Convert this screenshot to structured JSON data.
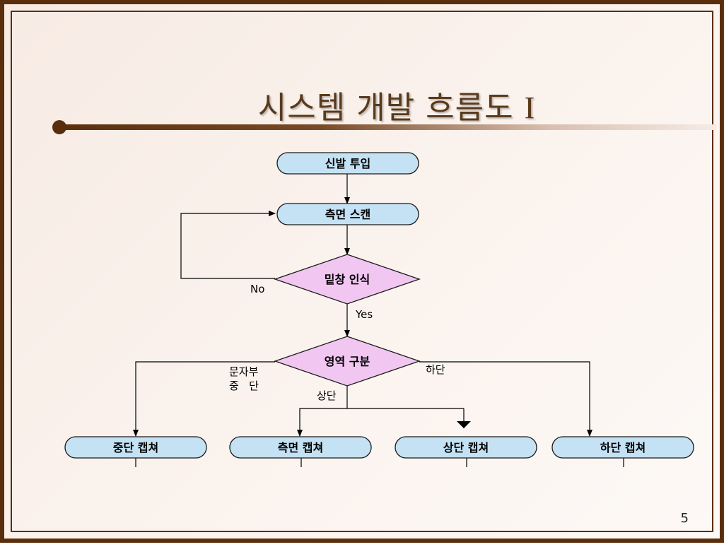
{
  "slide": {
    "title": "시스템 개발 흐름도",
    "title_suffix": "I",
    "page_number": "5"
  },
  "flowchart": {
    "nodes": {
      "start": "신발 투입",
      "side_scan": "측면 스캔",
      "detect": "밑창 인식",
      "classify": "영역 구분",
      "capture_middle": "중단 캡쳐",
      "capture_side": "측면 캡쳐",
      "capture_top": "상단 캡쳐",
      "capture_bottom": "하단 캡쳐"
    },
    "edge_labels": {
      "no": "No",
      "yes": "Yes",
      "middle_line1": "문자부",
      "middle_line2": "중   단",
      "top": "상단",
      "bottom": "하단"
    }
  },
  "colors": {
    "terminal_fill": "#c4e2f4",
    "decision_fill": "#f1c6f1",
    "frame": "#5a2e0c"
  }
}
